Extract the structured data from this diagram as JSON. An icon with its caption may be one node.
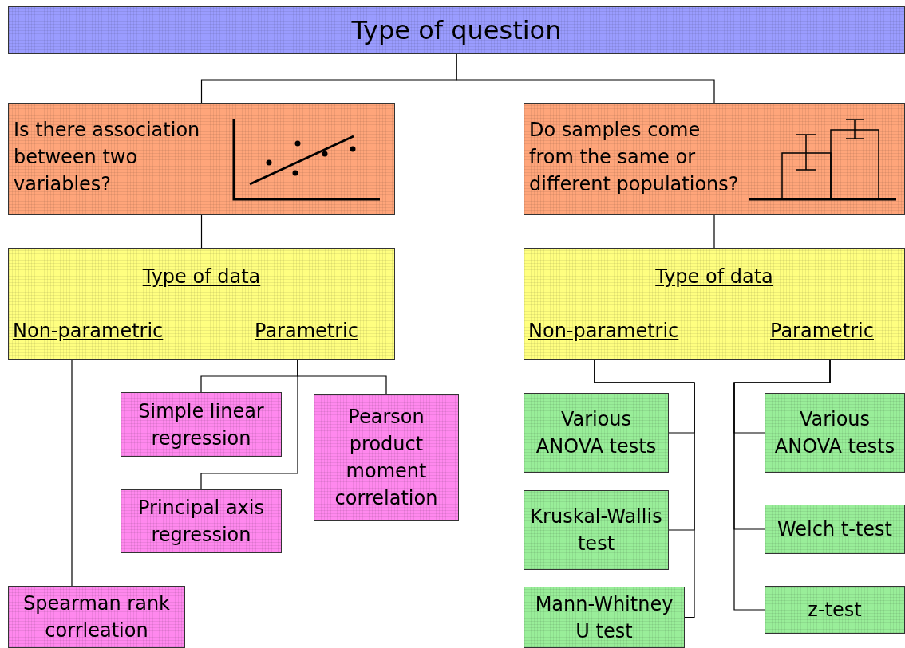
{
  "diagram": {
    "nodes": [
      {
        "text": [
          "Type of question"
        ]
      },
      {
        "text": [
          "Is there association between two variables?"
        ]
      },
      {
        "text": [
          "Do samples come from the same or different populations?"
        ]
      },
      {
        "text": [
          "Type of data",
          "Non-parametric",
          "Parametric"
        ]
      },
      {
        "text": [
          "Type of data",
          "Non-parametric",
          "Parametric"
        ]
      },
      {
        "text": [
          "Simple linear regression"
        ]
      },
      {
        "text": [
          "Pearson product moment correlation"
        ]
      },
      {
        "text": [
          "Various ANOVA tests"
        ]
      },
      {
        "text": [
          "Various ANOVA tests"
        ]
      },
      {
        "text": [
          "Principal axis regression"
        ]
      },
      {
        "text": [
          "Kruskal-Wallis test"
        ]
      },
      {
        "text": [
          "Welch t-test"
        ]
      },
      {
        "text": [
          "Spearman rank corrleation"
        ]
      },
      {
        "text": [
          "Mann-Whitney U test"
        ]
      },
      {
        "text": [
          "z-test"
        ]
      }
    ],
    "edges": [
      {
        "from": 0,
        "to": 1,
        "arrow": "none"
      },
      {
        "from": 0,
        "to": 2,
        "arrow": "none"
      },
      {
        "from": 1,
        "to": 3,
        "arrow": "none"
      },
      {
        "from": 2,
        "to": 4,
        "arrow": "none"
      },
      {
        "from": 3,
        "to": 12,
        "arrow": "none"
      },
      {
        "from": 3,
        "to": 5,
        "arrow": "none"
      },
      {
        "from": 3,
        "to": 6,
        "arrow": "none"
      },
      {
        "from": 3,
        "to": 9,
        "arrow": "none"
      },
      {
        "from": 4,
        "to": 7,
        "arrow": "none"
      },
      {
        "from": 4,
        "to": 10,
        "arrow": "none"
      },
      {
        "from": 4,
        "to": 13,
        "arrow": "none"
      },
      {
        "from": 4,
        "to": 8,
        "arrow": "none"
      },
      {
        "from": 4,
        "to": 11,
        "arrow": "none"
      },
      {
        "from": 4,
        "to": 14,
        "arrow": "none"
      }
    ]
  }
}
